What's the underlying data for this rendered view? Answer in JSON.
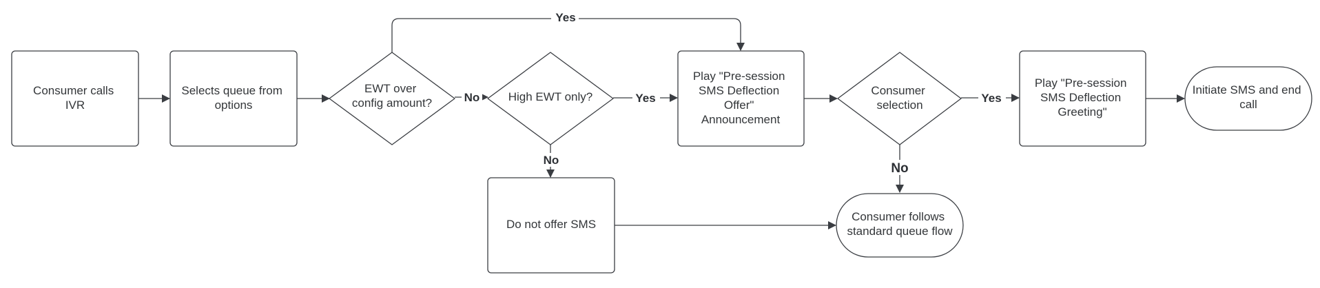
{
  "diagram": {
    "nodes": {
      "n1": {
        "text": [
          "Consumer calls",
          "IVR"
        ]
      },
      "n2": {
        "text": [
          "Selects queue from",
          "options"
        ]
      },
      "d1": {
        "text": [
          "EWT over",
          "config amount?"
        ]
      },
      "d2": {
        "text": [
          "High EWT only?"
        ]
      },
      "n3": {
        "text": [
          "Play \"Pre-session",
          "SMS Deflection",
          "Offer\"",
          "Announcement"
        ]
      },
      "d3": {
        "text": [
          "Consumer",
          "selection"
        ]
      },
      "n4": {
        "text": [
          "Play \"Pre-session",
          "SMS Deflection",
          "Greeting\""
        ]
      },
      "t1": {
        "text": [
          "Initiate SMS and end",
          "call"
        ]
      },
      "n5": {
        "text": [
          "Do not offer SMS"
        ]
      },
      "t2": {
        "text": [
          "Consumer follows",
          "standard queue flow"
        ]
      }
    },
    "edge_labels": {
      "d1_yes": "Yes",
      "d1_no": "No",
      "d2_yes": "Yes",
      "d2_no": "No",
      "d3_yes": "Yes",
      "d3_no": "No"
    }
  }
}
